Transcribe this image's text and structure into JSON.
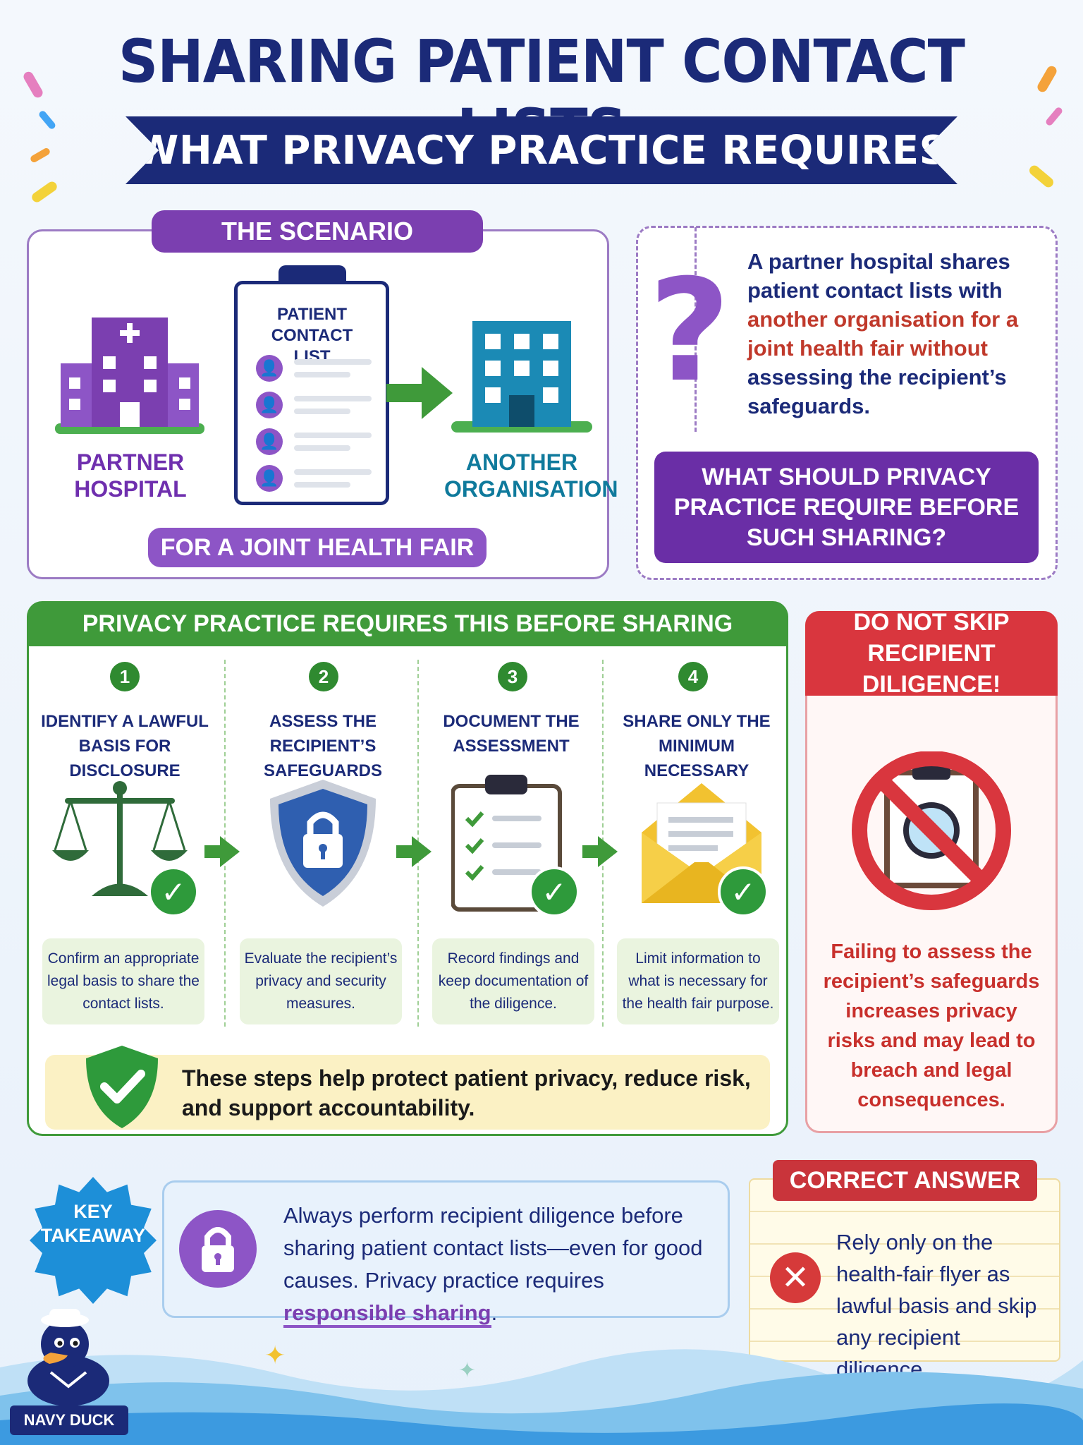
{
  "header": {
    "title": "SHARING PATIENT CONTACT LISTS",
    "subtitle": "WHAT PRIVACY PRACTICE REQUIRES"
  },
  "scenario": {
    "title": "THE SCENARIO",
    "clipboard_heading": "PATIENT CONTACT LIST",
    "source_label": "PARTNER HOSPITAL",
    "target_label": "ANOTHER ORGANISATION",
    "purpose_pill": "FOR A JOINT HEALTH FAIR"
  },
  "question": {
    "text_part1": "A partner hospital shares patient contact lists with ",
    "text_highlight": "another organisation for a joint health fair without",
    "text_part2": " assessing the recipient’s safeguards.",
    "prompt": "WHAT SHOULD PRIVACY PRACTICE REQUIRE BEFORE SUCH SHARING?"
  },
  "steps": {
    "header": "PRIVACY PRACTICE REQUIRES THIS BEFORE SHARING",
    "items": [
      {
        "number": "1",
        "title": "IDENTIFY A LAWFUL BASIS FOR DISCLOSURE",
        "description": "Confirm an appropriate legal basis to share the contact lists.",
        "icon": "scales-icon"
      },
      {
        "number": "2",
        "title": "ASSESS THE RECIPIENT’S SAFEGUARDS",
        "description": "Evaluate the recipient’s privacy and security measures.",
        "icon": "shield-lock-icon"
      },
      {
        "number": "3",
        "title": "DOCUMENT THE ASSESSMENT",
        "description": "Record findings and keep documentation of the diligence.",
        "icon": "checklist-icon"
      },
      {
        "number": "4",
        "title": "SHARE ONLY THE MINIMUM NECESSARY",
        "description": "Limit information to what is necessary for the health fair purpose.",
        "icon": "envelope-icon"
      }
    ],
    "summary": "These steps help protect patient privacy, reduce risk, and support accountability."
  },
  "warning": {
    "title": "DO NOT SKIP RECIPIENT DILIGENCE!",
    "text": "Failing to assess the recipient’s safeguards increases privacy risks and may lead to breach and legal consequences."
  },
  "takeaway": {
    "badge": "KEY TAKEAWAY",
    "text_part1": "Always perform recipient diligence before sharing patient contact lists—even for good causes. Privacy practice requires ",
    "text_highlight": "responsible sharing",
    "text_part2": "."
  },
  "answer": {
    "title": "CORRECT ANSWER",
    "text": "Rely only on the health-fair flyer as lawful basis and skip any recipient diligence."
  },
  "mascot": {
    "label": "NAVY DUCK"
  },
  "colors": {
    "navy": "#1b2a78",
    "purple": "#7b3fb0",
    "green": "#3f9a3a",
    "red": "#d9363e",
    "teal": "#0f7a9c"
  }
}
